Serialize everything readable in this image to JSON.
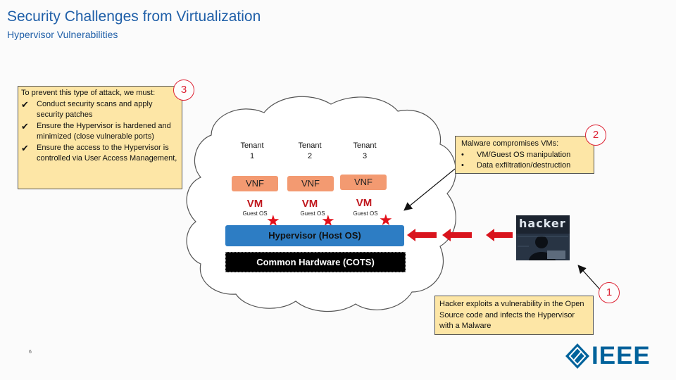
{
  "title": "Security Challenges from Virtualization",
  "subtitle": "Hypervisor Vulnerabilities",
  "prevent_box": {
    "intro": "To prevent this type of attack, we must:",
    "items": [
      "Conduct security scans and apply security patches",
      "Ensure the Hypervisor is hardened and minimized (close vulnerable ports)",
      "Ensure the access to the Hypervisor is controlled via User Access Management,"
    ],
    "badge": "3"
  },
  "malware_box": {
    "intro": "Malware compromises VMs:",
    "items": [
      "VM/Guest OS manipulation",
      "Data exfiltration/destruction"
    ],
    "badge": "2"
  },
  "hacker_box": {
    "text": "Hacker exploits a vulnerability in the Open Source code and infects the Hypervisor with a Malware",
    "badge": "1"
  },
  "diagram": {
    "tenants": [
      {
        "line1": "Tenant",
        "line2": "1",
        "vnf": "VNF",
        "vm": "VM",
        "guest_os": "Guest OS"
      },
      {
        "line1": "Tenant",
        "line2": "2",
        "vnf": "VNF",
        "vm": "VM",
        "guest_os": "Guest OS"
      },
      {
        "line1": "Tenant",
        "line2": "3",
        "vnf": "VNF",
        "vm": "VM",
        "guest_os": "Guest OS"
      }
    ],
    "hypervisor": "Hypervisor (Host OS)",
    "hardware": "Common Hardware (COTS)",
    "hacker_image_word": "hacker"
  },
  "page_number": "6",
  "logo": "IEEE",
  "colors": {
    "title": "#1f5fa8",
    "box_fill": "#fde6a6",
    "badge": "#dd2233",
    "vnf": "#f39a71",
    "hypervisor": "#2d7dc4",
    "arrow": "#e3101a",
    "ieee": "#00629b"
  }
}
